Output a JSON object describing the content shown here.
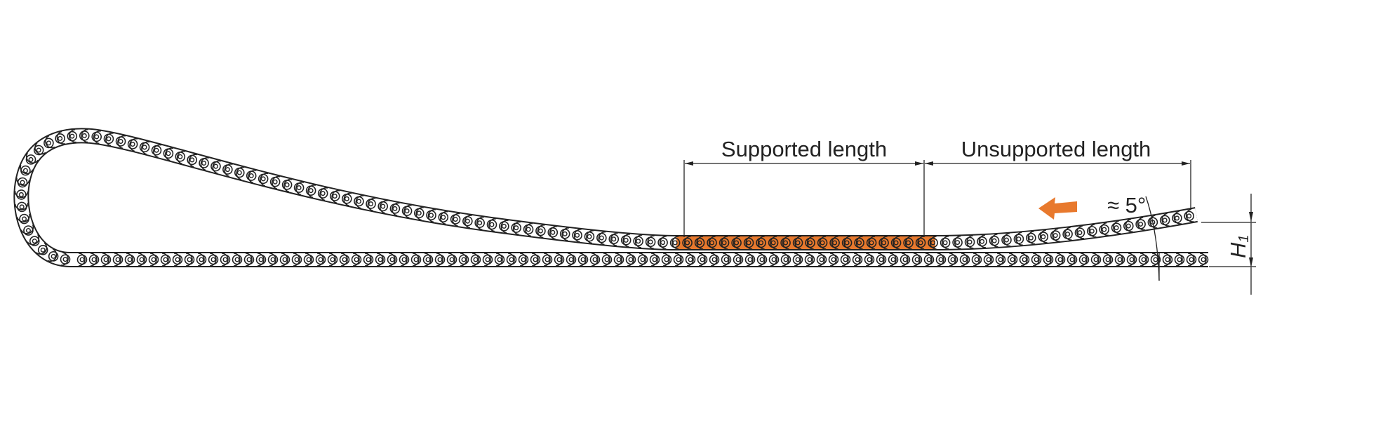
{
  "labels": {
    "supported_length": "Supported length",
    "unsupported_length": "Unsupported length",
    "angle": "≈ 5°",
    "height_main": "H",
    "height_sub": "1"
  },
  "colors": {
    "accent": "#e8792d",
    "line": "#222222"
  }
}
